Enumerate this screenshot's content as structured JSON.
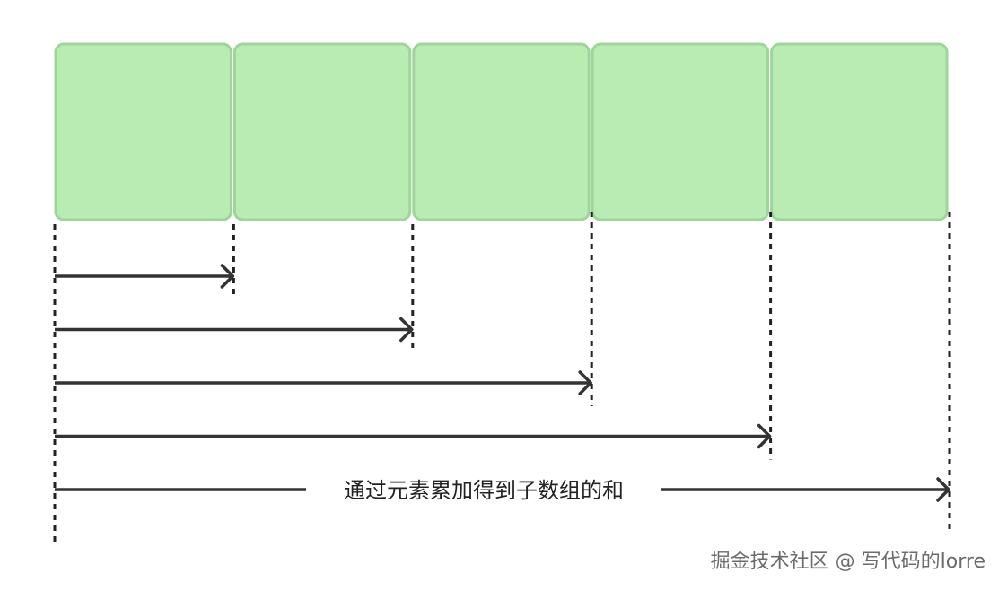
{
  "diagram": {
    "cell_count": 5,
    "cell_color": "#b8ecb3",
    "cell_border_color": "#9fd49a",
    "line_color": "#333333",
    "arrows": [
      {
        "spans_cells": 1,
        "label": ""
      },
      {
        "spans_cells": 2,
        "label": ""
      },
      {
        "spans_cells": 3,
        "label": ""
      },
      {
        "spans_cells": 4,
        "label": ""
      },
      {
        "spans_cells": 5,
        "label": "通过元素累加得到子数组的和"
      }
    ]
  },
  "watermark": {
    "text": "掘金技术社区 @ 写代码的lorre"
  }
}
